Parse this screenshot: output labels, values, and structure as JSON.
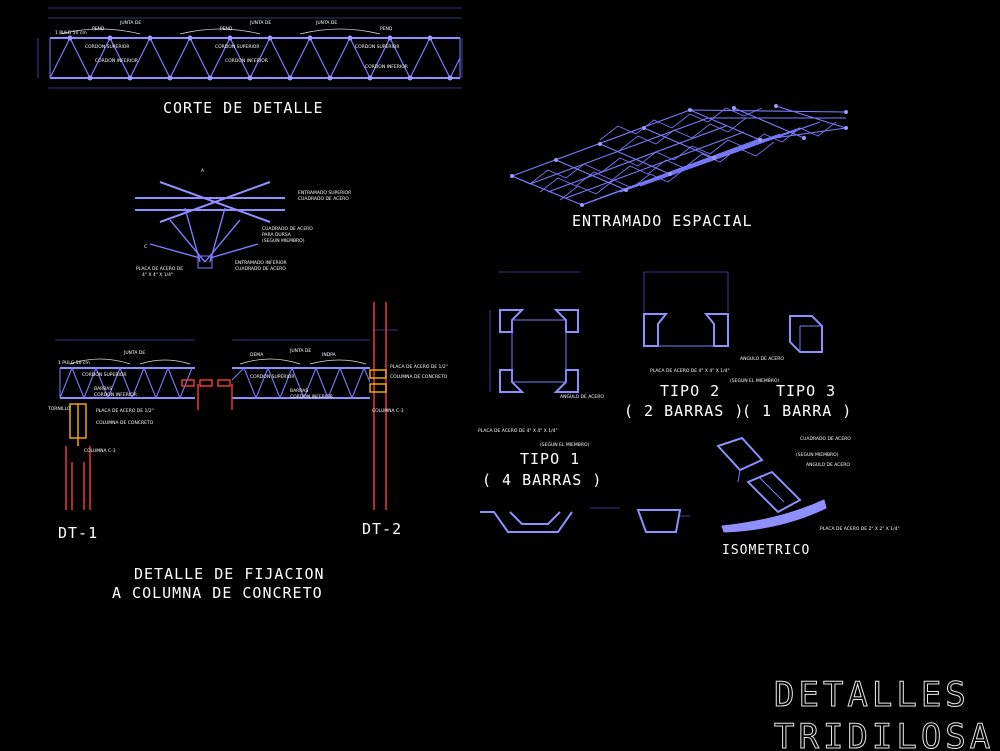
{
  "drawing": {
    "title_lines": [
      "DETALLES",
      "TRIDILOSA"
    ],
    "views": {
      "corte": {
        "label": "CORTE DE DETALLE"
      },
      "entramado": {
        "label": "ENTRAMADO ESPACIAL"
      },
      "fijacion": {
        "label_line1": "DETALLE DE FIJACION",
        "label_line2": "A COLUMNA DE CONCRETO"
      },
      "dt1": {
        "label": "DT-1"
      },
      "dt2": {
        "label": "DT-2"
      },
      "isometrico": {
        "label": "ISOMETRICO"
      },
      "tipo1": {
        "label_line1": "TIPO 1",
        "label_line2": "( 4 BARRAS )"
      },
      "tipo2": {
        "label_line1": "TIPO 2",
        "label_line2": "( 2 BARRAS )"
      },
      "tipo3": {
        "label_line1": "TIPO 3",
        "label_line2": "( 1 BARRA )"
      }
    },
    "notes": {
      "cordon_superior": "CORDON SUPERIOR",
      "cordon_inferior": "CORDON INFERIOR",
      "junta_de": "JUNTA DE",
      "pendiente": "PEND",
      "placa_4x4": "PLACA DE ACERO DE 4\" X 4\" X 1/4\"",
      "angulo_acero": "ANGULO DE ACERO",
      "segun_miembro": "(SEGUN EL MIEMBRO)",
      "cuadrado_acero": "CUADRADO DE ACERO",
      "segun_miembro2": "(SEGUN MIEMBRO)",
      "placa_2x2": "PLACA DE ACERO DE 2\" X 2\" X 1/4\"",
      "entramado_sup": "ENTRAMADO SUPERIOR",
      "entramado_inf": "ENTRAMADO INFERIOR",
      "cuadrado_acero_arriba": "CUADRADO DE ACERO",
      "placa_base": "PLACA DE ACERO DE 4\" X 4\" X 1/4\"",
      "columna": "COLUMNA C-3",
      "placa_12": "PLACA DE ACERO DE 1/2\"",
      "tornillo": "TORNILLO",
      "espaciado": "1 PULG 50 cm"
    }
  }
}
